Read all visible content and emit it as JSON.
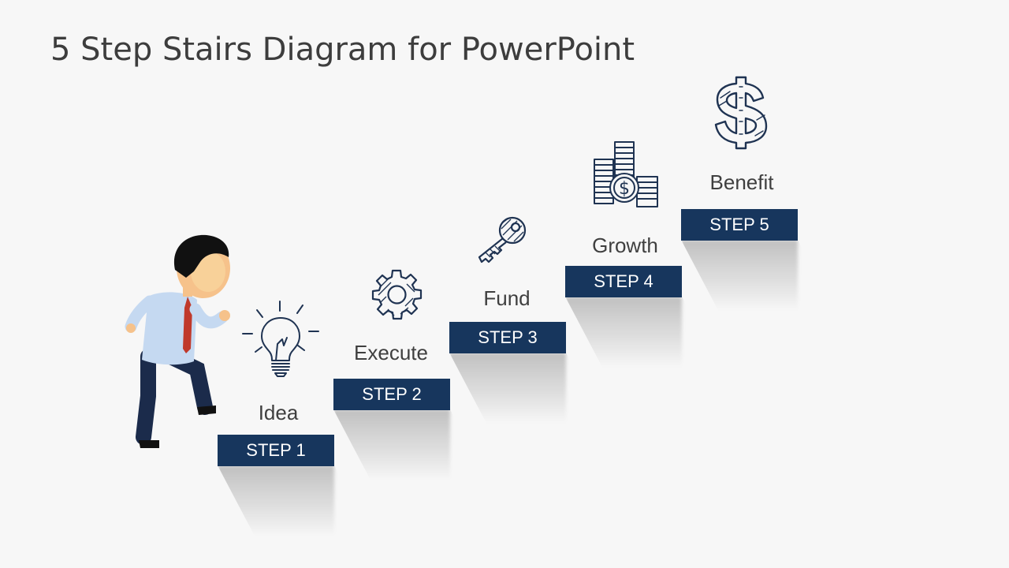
{
  "title": "5 Step Stairs Diagram for PowerPoint",
  "steps": [
    {
      "box": "STEP 1",
      "label": "Idea",
      "icon": "lightbulb-icon"
    },
    {
      "box": "STEP 2",
      "label": "Execute",
      "icon": "gear-icon"
    },
    {
      "box": "STEP 3",
      "label": "Fund",
      "icon": "key-icon"
    },
    {
      "box": "STEP 4",
      "label": "Growth",
      "icon": "coin-stacks-icon"
    },
    {
      "box": "STEP 5",
      "label": "Benefit",
      "icon": "dollar-sign-icon"
    }
  ],
  "colors": {
    "step_box": "#17365d",
    "icon_stroke": "#1f3352",
    "background": "#f7f7f7"
  }
}
